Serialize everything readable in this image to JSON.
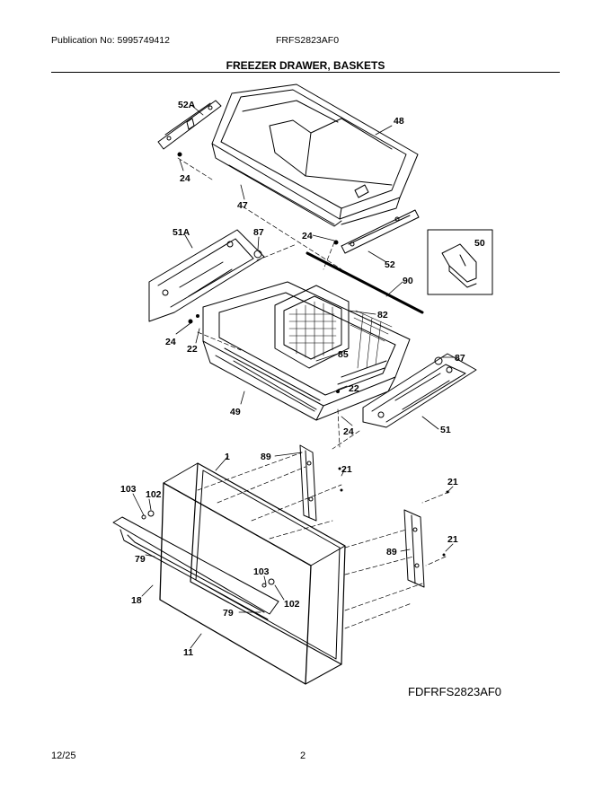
{
  "header": {
    "publication": "Publication No: 5995749412",
    "model": "FRFS2823AF0"
  },
  "title": "FREEZER DRAWER, BASKETS",
  "callouts": {
    "c52A": "52A",
    "c48": "48",
    "c24a": "24",
    "c47": "47",
    "c51A": "51A",
    "c87a": "87",
    "c24b": "24",
    "c52": "52",
    "c50": "50",
    "c90": "90",
    "c82": "82",
    "c24c": "24",
    "c22a": "22",
    "c85": "85",
    "c87b": "87",
    "c22b": "22",
    "c49": "49",
    "c24d": "24",
    "c51": "51",
    "c89a": "89",
    "c1": "1",
    "c21a": "21",
    "c103a": "103",
    "c102a": "102",
    "c21b": "21",
    "c79a": "79",
    "c89b": "89",
    "c21c": "21",
    "c103b": "103",
    "c18": "18",
    "c102b": "102",
    "c79b": "79",
    "c11": "11"
  },
  "diagram_code": "FDFRFS2823AF0",
  "footer": {
    "date": "12/25",
    "page": "2"
  }
}
